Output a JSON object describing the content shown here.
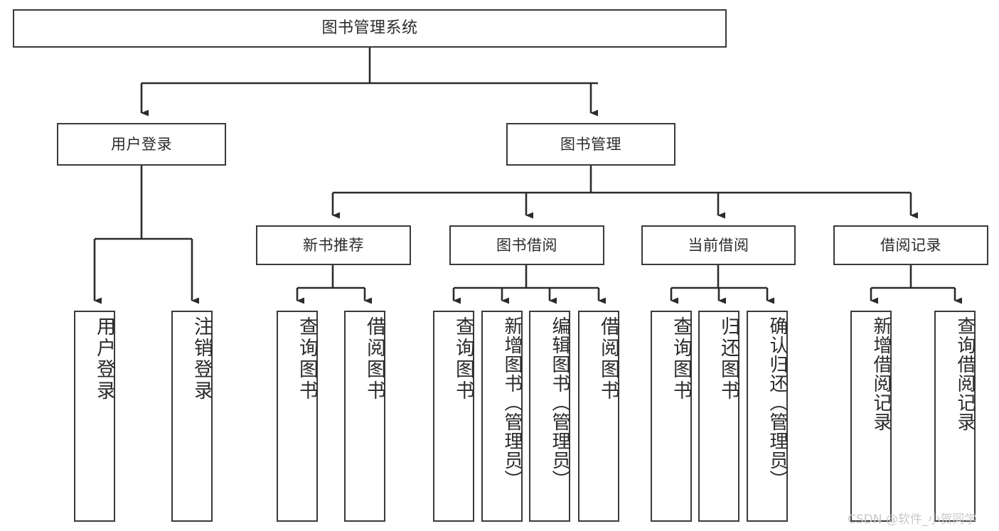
{
  "diagram": {
    "title": "图书管理系统",
    "type": "hierarchy-tree",
    "colors": {
      "box_border": "#3a3a3a",
      "box_fill": "#ffffff",
      "edge": "#2b2b2b",
      "text": "#2b2b2b",
      "watermark": "#c9c9c9"
    },
    "nodes": {
      "root": {
        "label": "图书管理系统"
      },
      "level2": [
        {
          "id": "user-login",
          "label": "用户登录"
        },
        {
          "id": "book-manage",
          "label": "图书管理"
        }
      ],
      "level3": [
        {
          "id": "new-book-recommend",
          "label": "新书推荐"
        },
        {
          "id": "book-borrow",
          "label": "图书借阅"
        },
        {
          "id": "current-borrow",
          "label": "当前借阅"
        },
        {
          "id": "borrow-record",
          "label": "借阅记录"
        }
      ],
      "leaves": {
        "user_login": [
          {
            "id": "leaf-user-login",
            "label": "用户登录"
          },
          {
            "id": "leaf-logout-login",
            "label": "注销登录"
          }
        ],
        "new_book_recommend": [
          {
            "id": "leaf-query-book-1",
            "label": "查询图书"
          },
          {
            "id": "leaf-borrow-book-1",
            "label": "借阅图书"
          }
        ],
        "book_borrow": [
          {
            "id": "leaf-query-book-2",
            "label": "查询图书"
          },
          {
            "id": "leaf-add-book-admin",
            "label": "新增图书（管理员）"
          },
          {
            "id": "leaf-edit-book-admin",
            "label": "编辑图书（管理员）"
          },
          {
            "id": "leaf-borrow-book-2",
            "label": "借阅图书"
          }
        ],
        "current_borrow": [
          {
            "id": "leaf-query-book-3",
            "label": "查询图书"
          },
          {
            "id": "leaf-return-book",
            "label": "归还图书"
          },
          {
            "id": "leaf-confirm-return-admin",
            "label": "确认归还（管理员）"
          }
        ],
        "borrow_record": [
          {
            "id": "leaf-add-borrow-record",
            "label": "新增借阅记录"
          },
          {
            "id": "leaf-query-borrow-record",
            "label": "查询借阅记录"
          }
        ]
      }
    },
    "watermark": "CSDN @软件_小贺同学"
  }
}
